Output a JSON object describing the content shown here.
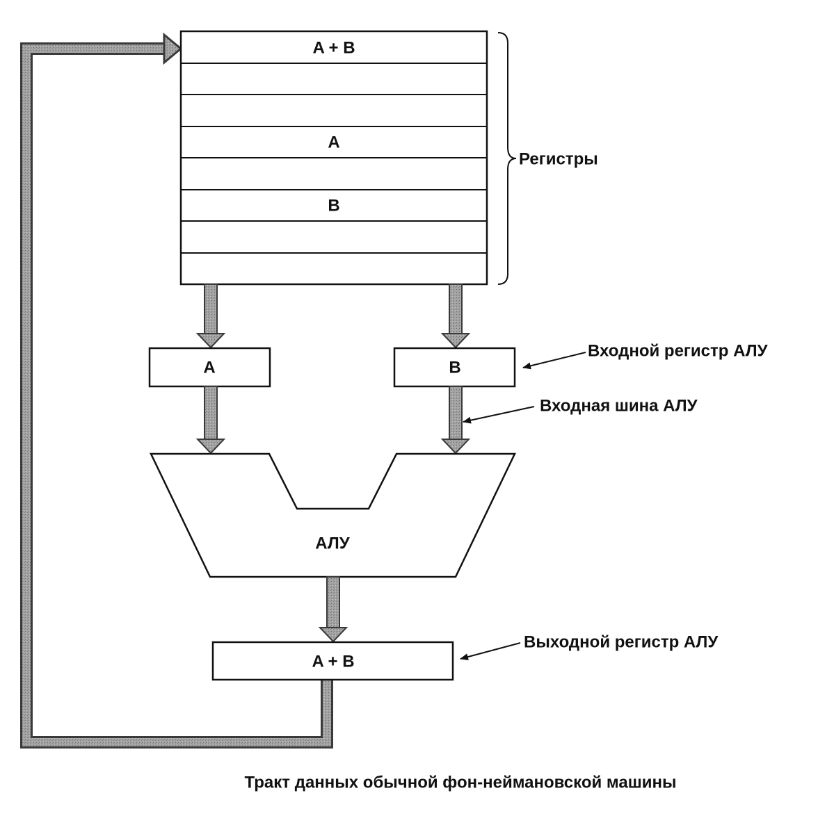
{
  "diagram": {
    "register_file": {
      "label": "Регистры",
      "cells": [
        "A + B",
        "",
        "",
        "A",
        "",
        "B",
        "",
        ""
      ]
    },
    "input_register_a": "A",
    "input_register_b": "B",
    "alu_label": "АЛУ",
    "output_register": "A + B",
    "annotations": {
      "input_register": "Входной регистр АЛУ",
      "input_bus": "Входная шина АЛУ",
      "output_register": "Выходной регистр АЛУ"
    },
    "caption": "Тракт данных обычной фон-неймановской машины"
  },
  "colors": {
    "line": "#111111",
    "bus_fill": "#9a9a9a",
    "bus_edge": "#3a3a3a"
  }
}
